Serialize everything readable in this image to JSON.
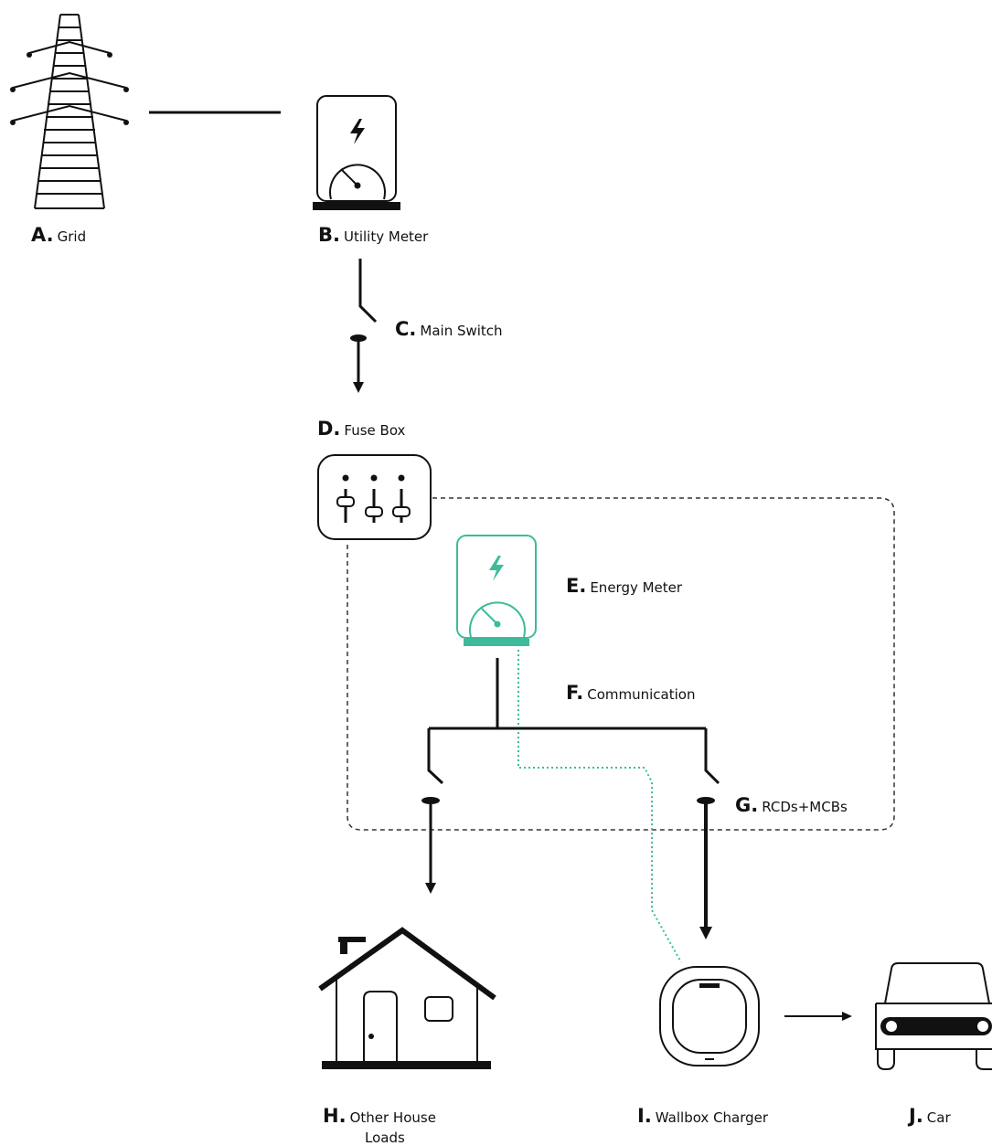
{
  "colors": {
    "ink": "#111111",
    "accent": "#3dbb9a",
    "dash": "#333333"
  },
  "components": {
    "grid": {
      "letter": "A.",
      "name": "Grid",
      "icon": "transmission-tower-icon"
    },
    "utility_meter": {
      "letter": "B.",
      "name": "Utility Meter",
      "icon": "utility-meter-icon"
    },
    "main_switch": {
      "letter": "C.",
      "name": "Main Switch",
      "icon": "switch-icon"
    },
    "fuse_box": {
      "letter": "D.",
      "name": "Fuse Box",
      "icon": "fuse-box-icon"
    },
    "energy_meter": {
      "letter": "E.",
      "name": "Energy Meter",
      "icon": "energy-meter-icon"
    },
    "communication": {
      "letter": "F.",
      "name": "Communication",
      "icon": "dotted-line-icon"
    },
    "rcds_mcbs": {
      "letter": "G.",
      "name": "RCDs+MCBs",
      "icon": "breaker-icon"
    },
    "house": {
      "letter": "H.",
      "name_line1": "Other House",
      "name_line2": "Loads",
      "icon": "house-icon"
    },
    "wallbox": {
      "letter": "I.",
      "name": "Wallbox Charger",
      "icon": "wallbox-charger-icon"
    },
    "car": {
      "letter": "J.",
      "name": "Car",
      "icon": "car-icon"
    }
  }
}
